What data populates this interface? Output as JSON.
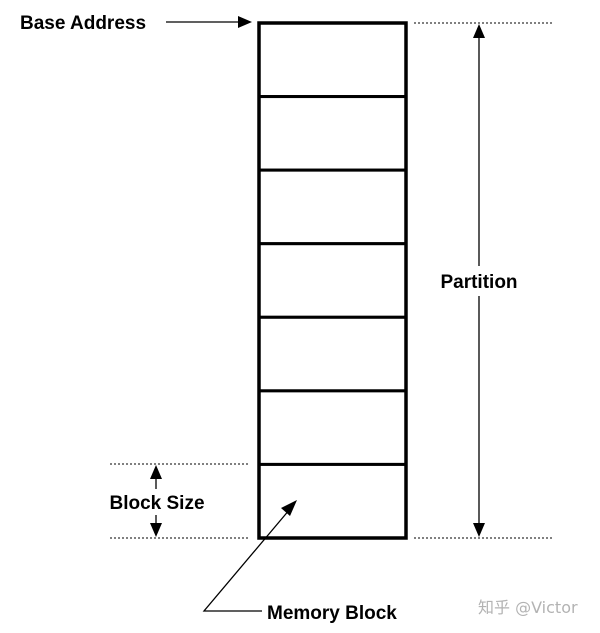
{
  "labels": {
    "base_address": "Base Address",
    "partition": "Partition",
    "block_size": "Block Size",
    "memory_block": "Memory Block"
  },
  "watermark": "知乎 @Victor",
  "partition": {
    "block_count": 7
  }
}
